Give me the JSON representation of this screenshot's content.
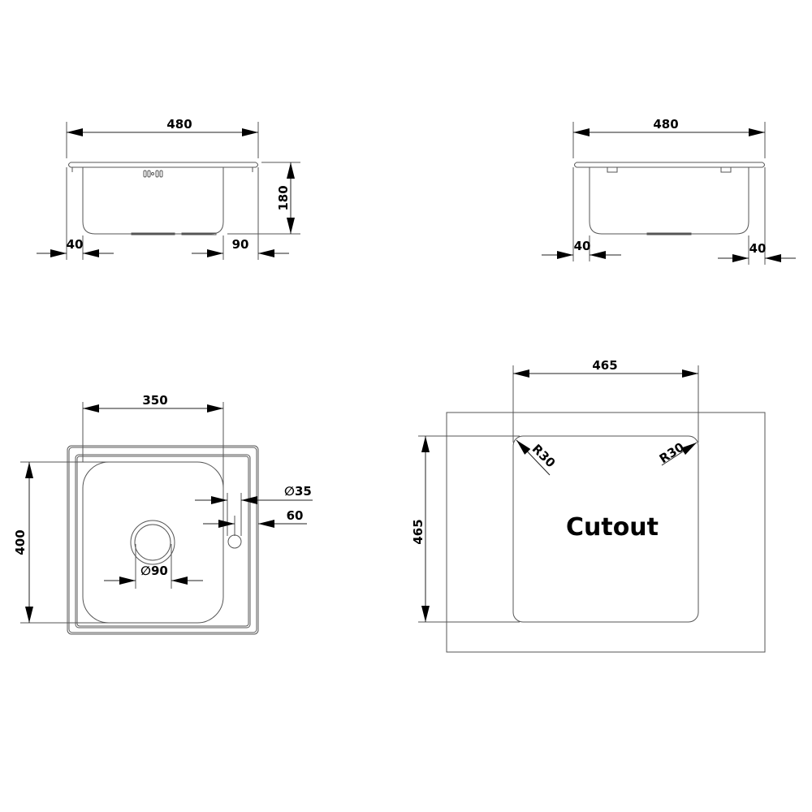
{
  "side_view_front": {
    "width": "480",
    "height": "180",
    "left_offset": "40",
    "right_offset": "90"
  },
  "side_view_side": {
    "width": "480",
    "left_offset": "40",
    "right_offset": "40"
  },
  "top_view": {
    "bowl_width": "350",
    "bowl_length": "400",
    "tap_hole": "∅35",
    "tap_offset": "60",
    "drain": "∅90"
  },
  "cutout_view": {
    "width": "465",
    "height": "465",
    "radius_left": "R30",
    "radius_right": "R30",
    "label": "Cutout"
  }
}
